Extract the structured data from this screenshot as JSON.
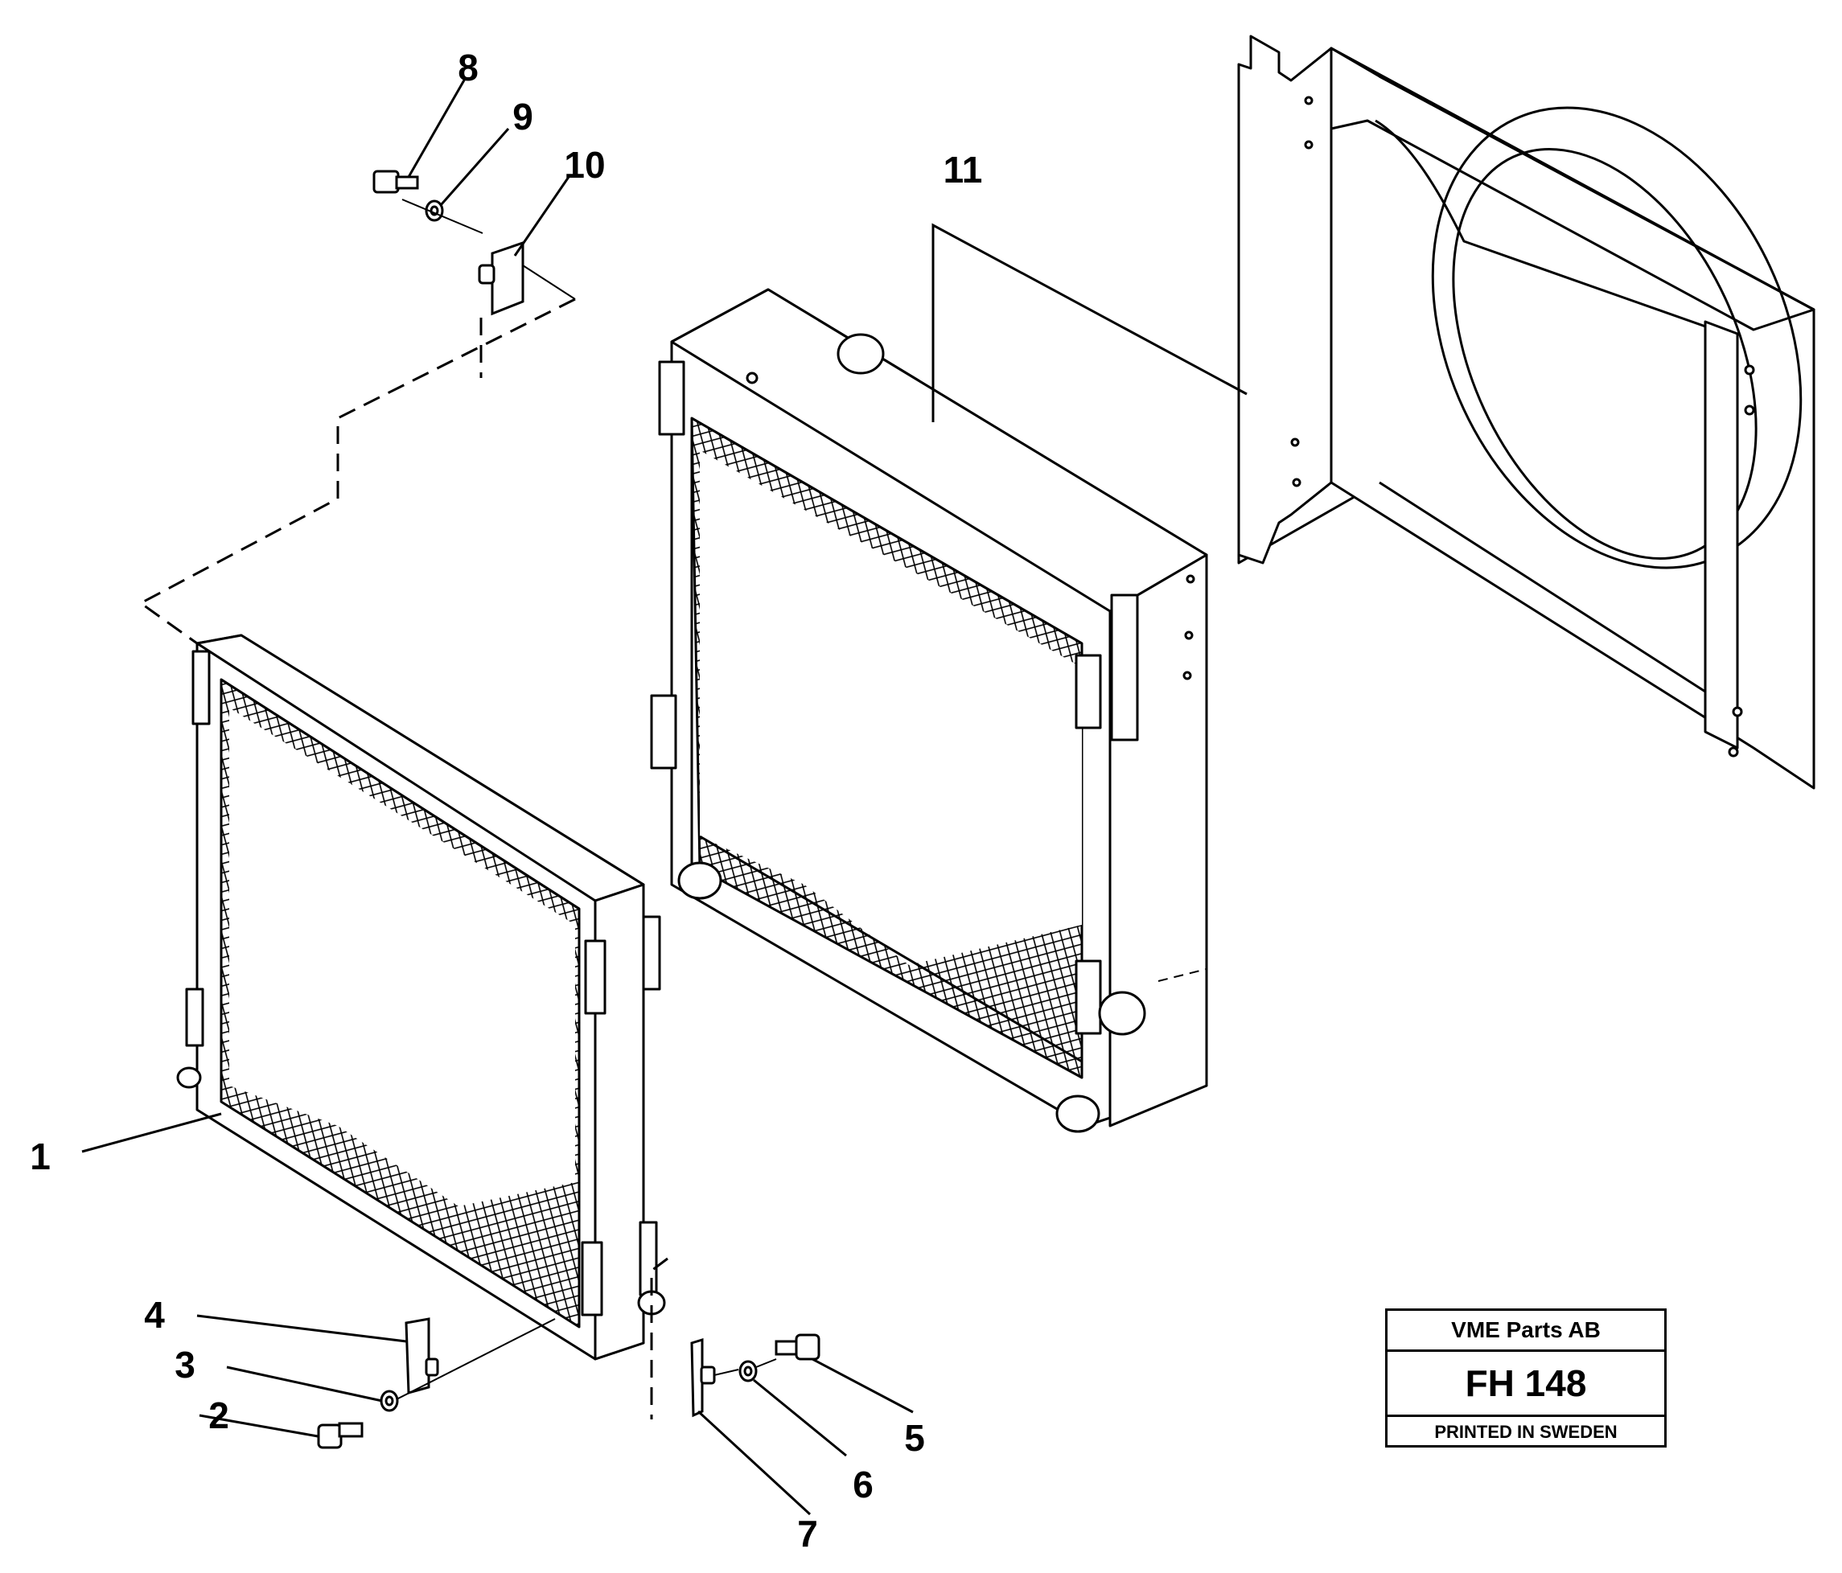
{
  "callouts": [
    "1",
    "2",
    "3",
    "4",
    "5",
    "6",
    "7",
    "8",
    "9",
    "10",
    "11"
  ],
  "title_block": {
    "company": "VME Parts AB",
    "code": "FH 148",
    "printed": "PRINTED IN SWEDEN"
  },
  "colors": {
    "ink": "#000000",
    "paper": "#ffffff"
  }
}
